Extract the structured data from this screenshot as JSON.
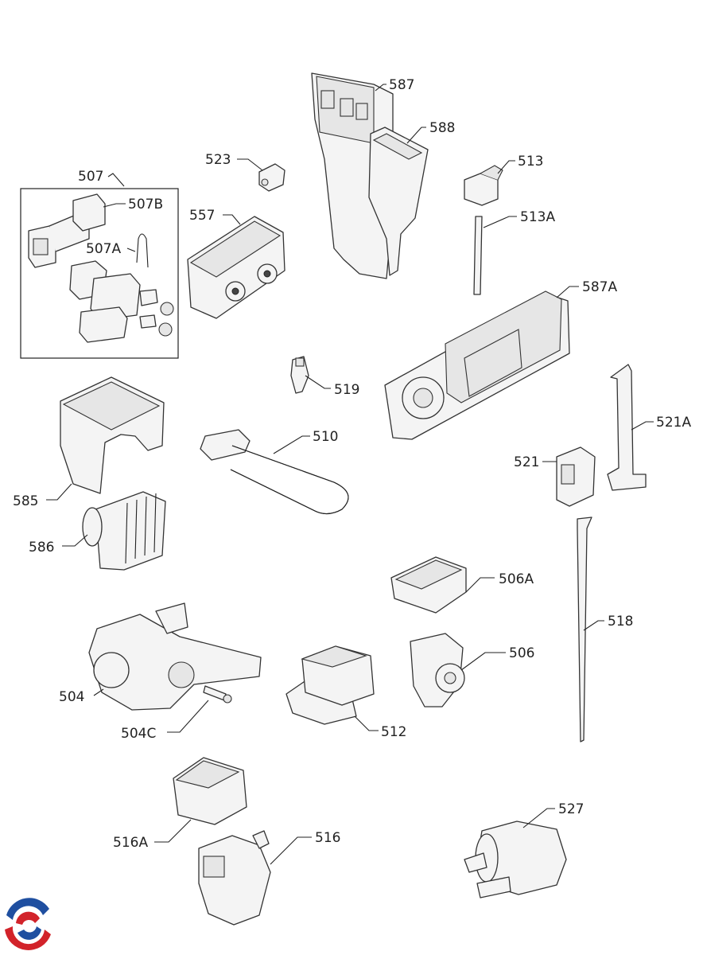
{
  "labels": {
    "p587": "587",
    "p588": "588",
    "p523": "523",
    "p513": "513",
    "p507": "507",
    "p507b": "507B",
    "p507a": "507A",
    "p557": "557",
    "p513a": "513A",
    "p587a": "587A",
    "p519": "519",
    "p510": "510",
    "p521a": "521A",
    "p521": "521",
    "p585": "585",
    "p586": "586",
    "p506a": "506A",
    "p518": "518",
    "p506": "506",
    "p504": "504",
    "p512": "512",
    "p504c": "504C",
    "p527": "527",
    "p516": "516",
    "p516a": "516A"
  },
  "colors": {
    "line": "#222222",
    "part_fill": "#f4f4f4",
    "logo_blue": "#1f4fa0",
    "logo_red": "#d2232a"
  },
  "logo": {
    "icon": "electrolux-style-swirl-logo"
  }
}
